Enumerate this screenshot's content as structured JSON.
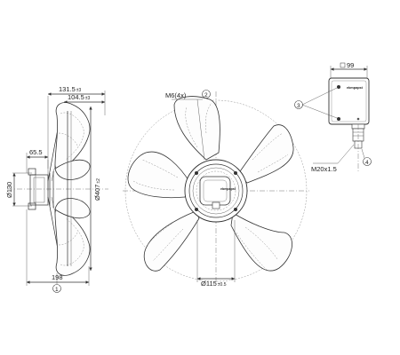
{
  "drawing": {
    "side_view": {
      "dims": {
        "overall_depth": "131.5",
        "overall_depth_tol": "±3",
        "inner_depth": "104.5",
        "inner_depth_tol": "±3",
        "hub_depth": "65.5",
        "hub_diameter": "Ø130",
        "blade_diameter": "Ø407",
        "blade_diameter_tol": "±2",
        "base_width": "198"
      },
      "callout_1": "1"
    },
    "front_view": {
      "thread": "M6(4x)",
      "callout_2": "2",
      "center_diameter": "Ø115",
      "center_diameter_tol": "±0.5",
      "hub_label": "ebmpapst"
    },
    "terminal_box": {
      "width": "99",
      "callout_3": "3",
      "callout_4": "4",
      "cable_gland": "M20x1.5",
      "box_label": "ebmpapst"
    }
  }
}
